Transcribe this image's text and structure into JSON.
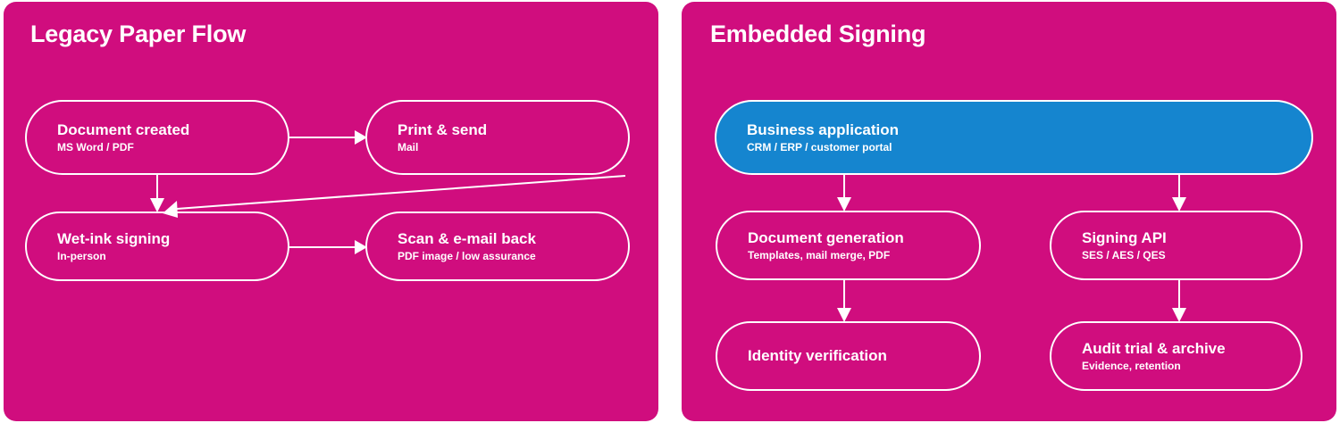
{
  "colors": {
    "panel_background": "#d00d7e",
    "page_background": "#ffffff",
    "node_stroke": "#ffffff",
    "highlight_fill": "#1585cf",
    "text": "#ffffff"
  },
  "panels": [
    {
      "id": "legacy",
      "title": "Legacy Paper Flow",
      "nodes": [
        {
          "id": "doc-created",
          "title": "Document created",
          "subtitle": "MS Word / PDF",
          "highlighted": false
        },
        {
          "id": "print-send",
          "title": "Print & send",
          "subtitle": "Mail",
          "highlighted": false
        },
        {
          "id": "wet-ink",
          "title": "Wet-ink signing",
          "subtitle": "In-person",
          "highlighted": false
        },
        {
          "id": "scan-email",
          "title": "Scan & e-mail back",
          "subtitle": "PDF image / low assurance",
          "highlighted": false
        }
      ],
      "edges": [
        {
          "from": "doc-created",
          "to": "print-send",
          "style": "horizontal"
        },
        {
          "from": "doc-created",
          "to": "wet-ink",
          "style": "vertical"
        },
        {
          "from": "print-send",
          "to": "wet-ink",
          "style": "diagonal"
        },
        {
          "from": "wet-ink",
          "to": "scan-email",
          "style": "horizontal"
        }
      ]
    },
    {
      "id": "embedded",
      "title": "Embedded Signing",
      "nodes": [
        {
          "id": "business-app",
          "title": "Business application",
          "subtitle": "CRM / ERP / customer portal",
          "highlighted": true
        },
        {
          "id": "doc-gen",
          "title": "Document generation",
          "subtitle": "Templates, mail merge, PDF",
          "highlighted": false
        },
        {
          "id": "signing-api",
          "title": "Signing API",
          "subtitle": "SES / AES / QES",
          "highlighted": false
        },
        {
          "id": "identity",
          "title": "Identity verification",
          "subtitle": "",
          "highlighted": false
        },
        {
          "id": "audit",
          "title": "Audit trial & archive",
          "subtitle": "Evidence, retention",
          "highlighted": false
        }
      ],
      "edges": [
        {
          "from": "business-app",
          "to": "doc-gen",
          "style": "vertical"
        },
        {
          "from": "business-app",
          "to": "signing-api",
          "style": "vertical"
        },
        {
          "from": "doc-gen",
          "to": "identity",
          "style": "vertical"
        },
        {
          "from": "signing-api",
          "to": "audit",
          "style": "vertical"
        }
      ]
    }
  ]
}
